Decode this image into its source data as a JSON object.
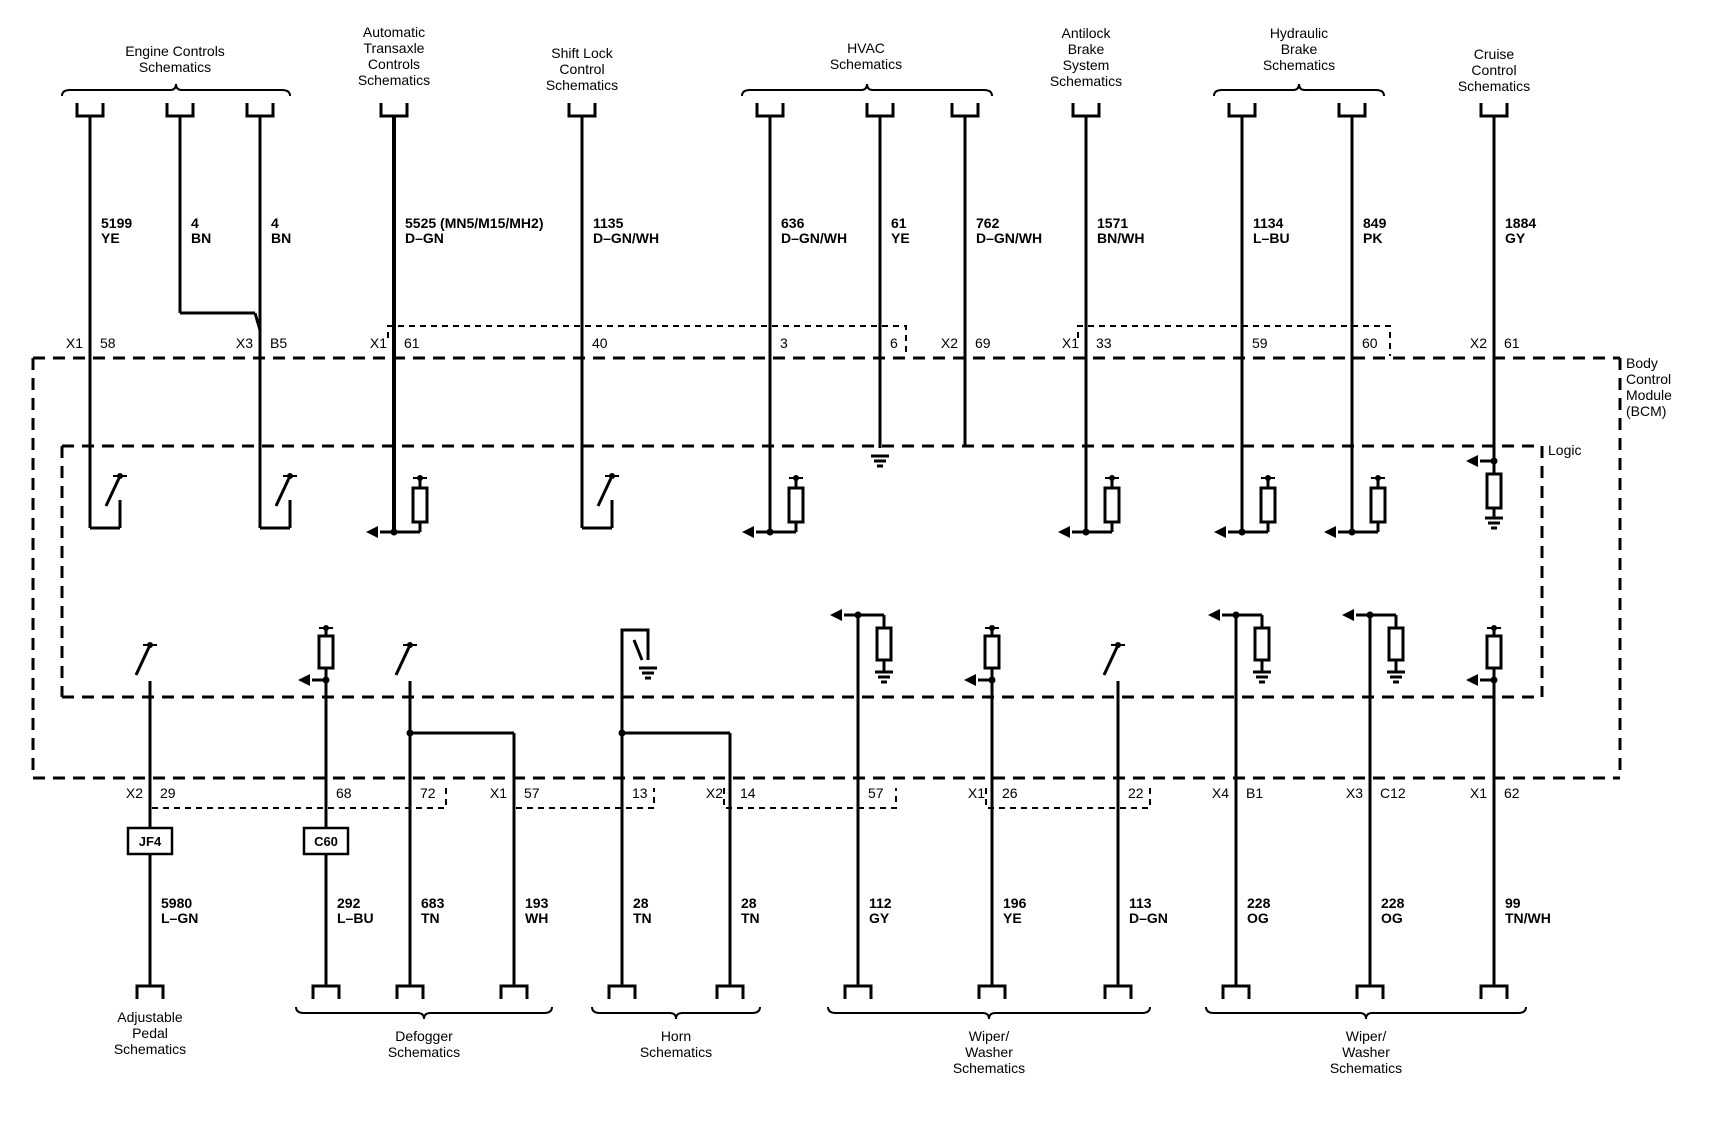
{
  "module": {
    "name_lines": [
      "Body",
      "Control",
      "Module",
      "(BCM)"
    ],
    "logic_label": "Logic"
  },
  "top_groups": [
    {
      "lines": [
        "Engine Controls",
        "Schematics"
      ]
    },
    {
      "lines": [
        "Automatic",
        "Transaxle",
        "Controls",
        "Schematics"
      ]
    },
    {
      "lines": [
        "Shift Lock",
        "Control",
        "Schematics"
      ]
    },
    {
      "lines": [
        "HVAC",
        "Schematics"
      ]
    },
    {
      "lines": [
        "Antilock",
        "Brake",
        "System",
        "Schematics"
      ]
    },
    {
      "lines": [
        "Hydraulic",
        "Brake",
        "Schematics"
      ]
    },
    {
      "lines": [
        "Cruise",
        "Control",
        "Schematics"
      ]
    }
  ],
  "top_wires": [
    {
      "circuit": "5199",
      "color": "YE",
      "connector": "X1",
      "pin": "58"
    },
    {
      "circuit": "4",
      "color": "BN",
      "connector": "",
      "pin": ""
    },
    {
      "circuit": "4",
      "color": "BN",
      "connector": "X3",
      "pin": "B5"
    },
    {
      "circuit": "5525 (MN5/M15/MH2)",
      "color": "D–GN",
      "connector": "X1",
      "pin": "61"
    },
    {
      "circuit": "1135",
      "color": "D–GN/WH",
      "connector": "",
      "pin": "40"
    },
    {
      "circuit": "636",
      "color": "D–GN/WH",
      "connector": "",
      "pin": "3"
    },
    {
      "circuit": "61",
      "color": "YE",
      "connector": "",
      "pin": "6"
    },
    {
      "circuit": "762",
      "color": "D–GN/WH",
      "connector": "X2",
      "pin": "69"
    },
    {
      "circuit": "1571",
      "color": "BN/WH",
      "connector": "X1",
      "pin": "33"
    },
    {
      "circuit": "1134",
      "color": "L–BU",
      "connector": "",
      "pin": "59"
    },
    {
      "circuit": "849",
      "color": "PK",
      "connector": "",
      "pin": "60"
    },
    {
      "circuit": "1884",
      "color": "GY",
      "connector": "X2",
      "pin": "61"
    }
  ],
  "bottom_wires": [
    {
      "circuit": "5980",
      "color": "L–GN",
      "connector": "X2",
      "pin": "29",
      "inline": "JF4"
    },
    {
      "circuit": "292",
      "color": "L–BU",
      "connector": "",
      "pin": "68",
      "inline": "C60"
    },
    {
      "circuit": "683",
      "color": "TN",
      "connector": "",
      "pin": "72"
    },
    {
      "circuit": "193",
      "color": "WH",
      "connector": "X1",
      "pin": "57"
    },
    {
      "circuit": "28",
      "color": "TN",
      "connector": "",
      "pin": "13"
    },
    {
      "circuit": "28",
      "color": "TN",
      "connector": "X2",
      "pin": "14"
    },
    {
      "circuit": "112",
      "color": "GY",
      "connector": "",
      "pin": "57"
    },
    {
      "circuit": "196",
      "color": "YE",
      "connector": "X1",
      "pin": "26"
    },
    {
      "circuit": "113",
      "color": "D–GN",
      "connector": "",
      "pin": "22"
    },
    {
      "circuit": "228",
      "color": "OG",
      "connector": "X4",
      "pin": "B1"
    },
    {
      "circuit": "228",
      "color": "OG",
      "connector": "X3",
      "pin": "C12"
    },
    {
      "circuit": "99",
      "color": "TN/WH",
      "connector": "X1",
      "pin": "62"
    }
  ],
  "bottom_groups": [
    {
      "lines": [
        "Adjustable",
        "Pedal",
        "Schematics"
      ]
    },
    {
      "lines": [
        "Defogger",
        "Schematics"
      ]
    },
    {
      "lines": [
        "Horn",
        "Schematics"
      ]
    },
    {
      "lines": [
        "Wiper/",
        "Washer",
        "Schematics"
      ]
    },
    {
      "lines": [
        "Wiper/",
        "Washer",
        "Schematics"
      ]
    }
  ]
}
